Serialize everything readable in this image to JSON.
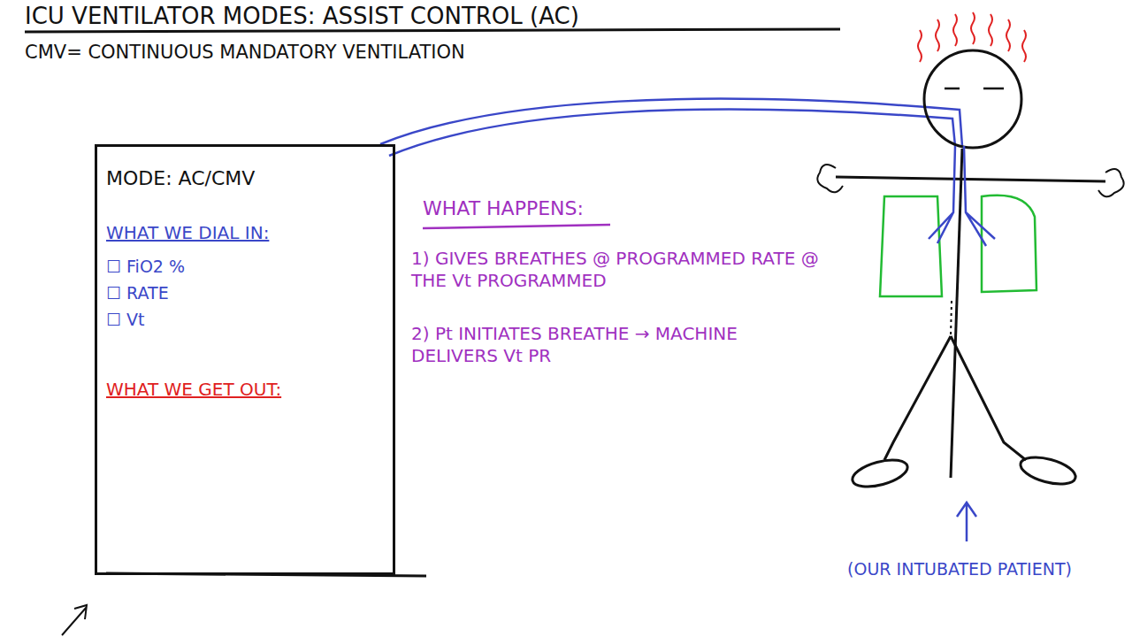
{
  "diagram": {
    "title": "ICU VENTILATOR MODES: ASSIST CONTROL (AC)",
    "nodes": [
      {
        "text": [
          "MODE: AC/CMV",
          "WHAT WE DIAL IN:",
          "☐ FiO2 %",
          "☐ RATE",
          "☐ Vt",
          "WHAT WE GET OUT:"
        ]
      }
    ],
    "labels": [
      "CMV= CONTINUOUS MANDATORY VENTILATION",
      "WHAT HAPPENS:",
      "1) GIVES BREATHES @ PROGRAMMED RATE @ THE Vt PROGRAMMED",
      "2) Pt INITIATES BREATHE → MACHINE DELIVERS Vt PR",
      "(OUR INTUBATED PATIENT)"
    ]
  }
}
